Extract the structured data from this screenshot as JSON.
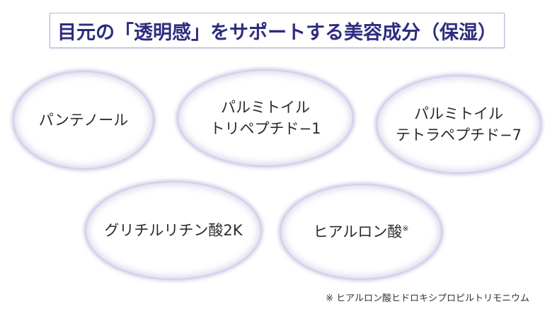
{
  "title": "目元の「透明感」をサポートする美容成分（保湿）",
  "ingredients": [
    {
      "lines": [
        "パンテノール"
      ]
    },
    {
      "lines": [
        "パルミトイル",
        "トリペプチド−1"
      ]
    },
    {
      "lines": [
        "パルミトイル",
        "テトラペプチド−7"
      ]
    },
    {
      "lines": [
        "グリチルリチン酸2K"
      ]
    },
    {
      "lines": [
        "ヒアルロン酸"
      ],
      "mark": "※"
    }
  ],
  "footnote": "※ ヒアルロン酸ヒドロキシプロピルトリモニウム",
  "colors": {
    "title": "#2e2c7e",
    "glow": "#968cc8"
  }
}
